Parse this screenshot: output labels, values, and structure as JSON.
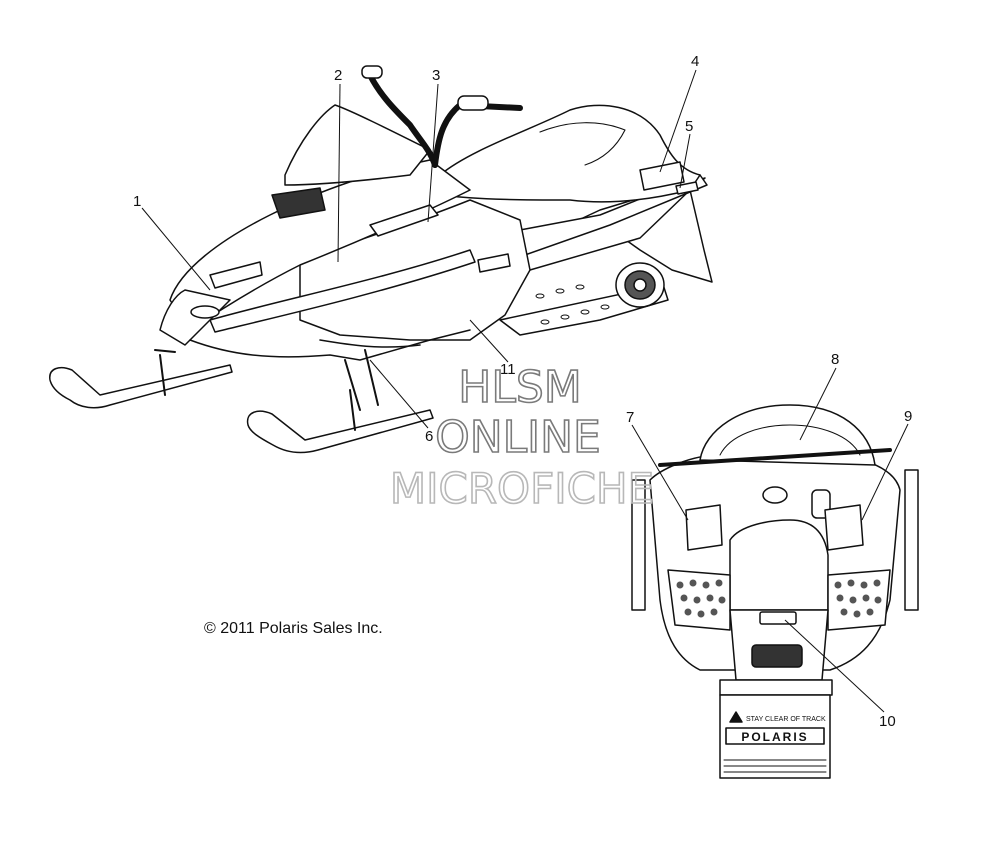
{
  "copyright": "© 2011 Polaris Sales Inc.",
  "watermark": {
    "line1": "HLSM",
    "line2": "ONLINE",
    "line3": "MICROFICHE",
    "color_dark": "#7a7a7a",
    "color_light": "#b8b8b8"
  },
  "mud_flap": {
    "warning": "STAY CLEAR OF TRACK",
    "brand": "POLARIS"
  },
  "callouts": [
    {
      "id": "callout-1",
      "label": "1"
    },
    {
      "id": "callout-2",
      "label": "2"
    },
    {
      "id": "callout-3",
      "label": "3"
    },
    {
      "id": "callout-4",
      "label": "4"
    },
    {
      "id": "callout-5",
      "label": "5"
    },
    {
      "id": "callout-6",
      "label": "6"
    },
    {
      "id": "callout-7",
      "label": "7"
    },
    {
      "id": "callout-8",
      "label": "8"
    },
    {
      "id": "callout-9",
      "label": "9"
    },
    {
      "id": "callout-10",
      "label": "10"
    },
    {
      "id": "callout-11",
      "label": "11"
    }
  ]
}
